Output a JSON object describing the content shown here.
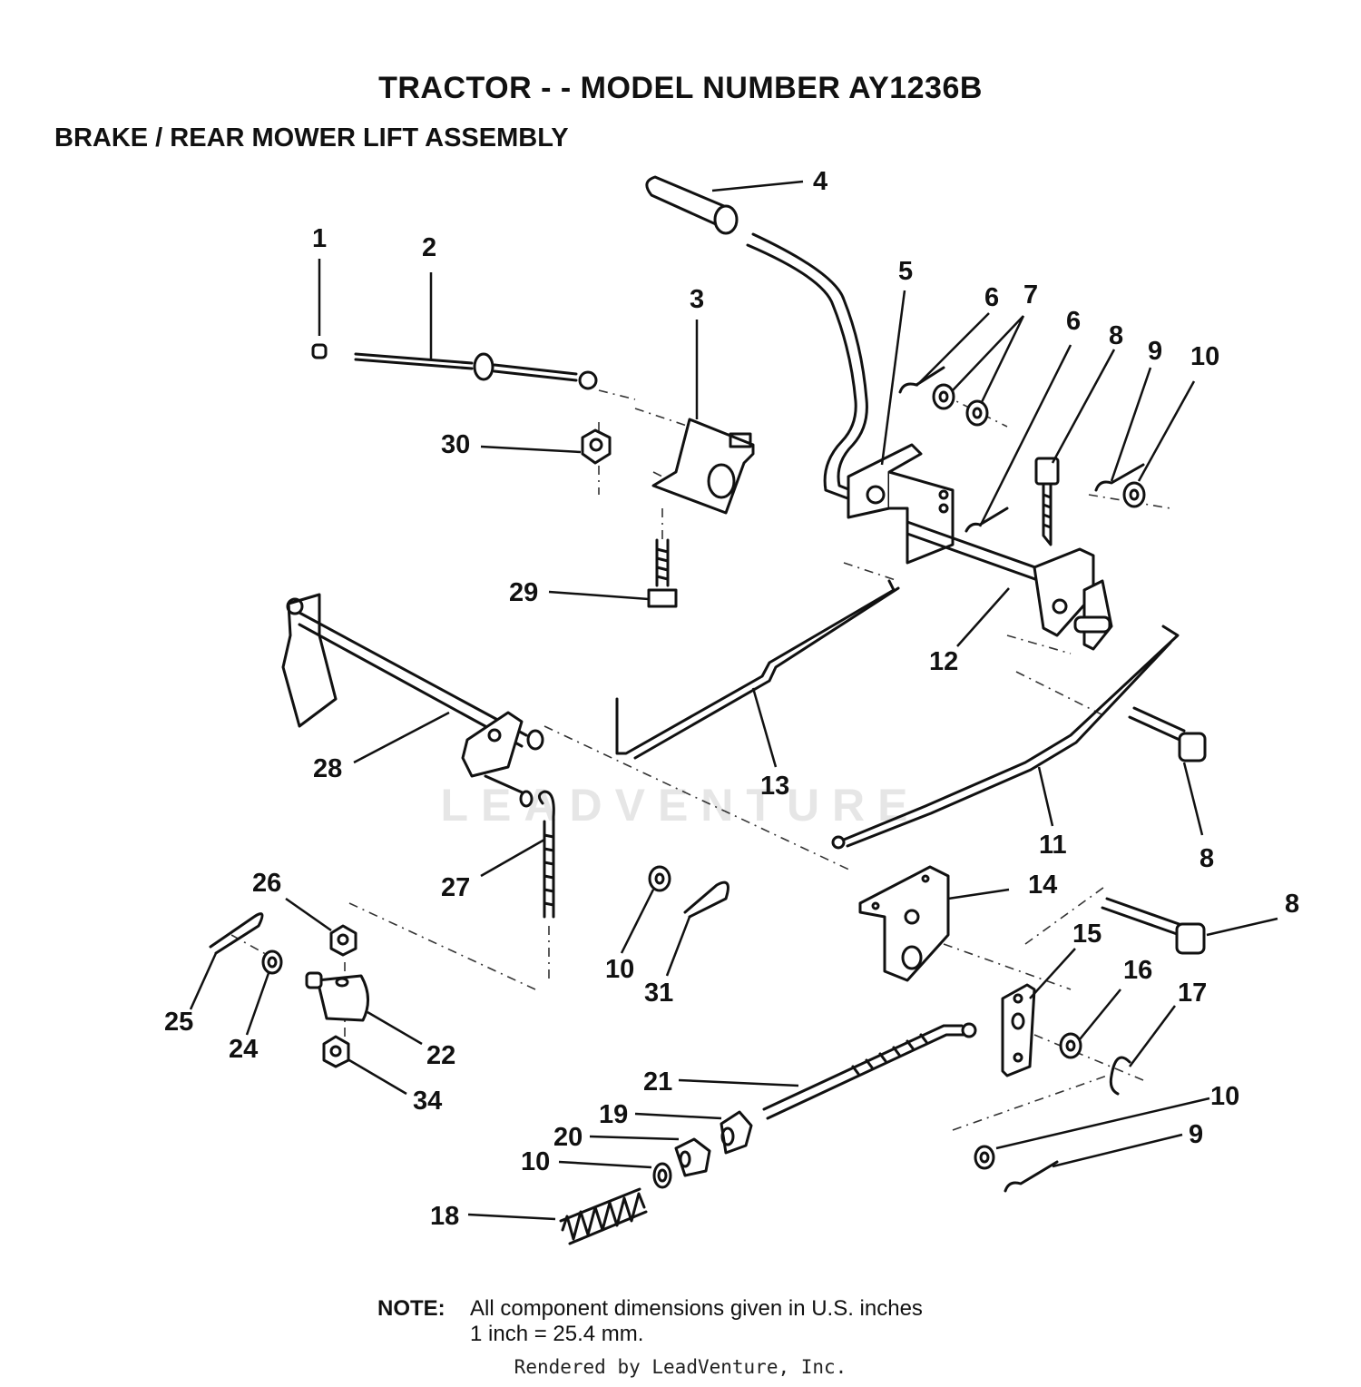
{
  "header": {
    "title": "TRACTOR - - MODEL NUMBER  AY1236B",
    "subtitle": "BRAKE / REAR MOWER LIFT ASSEMBLY"
  },
  "callouts": [
    {
      "id": "c1",
      "label": "1"
    },
    {
      "id": "c2",
      "label": "2"
    },
    {
      "id": "c3",
      "label": "3"
    },
    {
      "id": "c4",
      "label": "4"
    },
    {
      "id": "c5",
      "label": "5"
    },
    {
      "id": "c6a",
      "label": "6"
    },
    {
      "id": "c7",
      "label": "7"
    },
    {
      "id": "c6b",
      "label": "6"
    },
    {
      "id": "c8a",
      "label": "8"
    },
    {
      "id": "c9a",
      "label": "9"
    },
    {
      "id": "c10a",
      "label": "10"
    },
    {
      "id": "c30",
      "label": "30"
    },
    {
      "id": "c29",
      "label": "29"
    },
    {
      "id": "c12",
      "label": "12"
    },
    {
      "id": "c28",
      "label": "28"
    },
    {
      "id": "c13",
      "label": "13"
    },
    {
      "id": "c11",
      "label": "11"
    },
    {
      "id": "c8b",
      "label": "8"
    },
    {
      "id": "c27",
      "label": "27"
    },
    {
      "id": "c26",
      "label": "26"
    },
    {
      "id": "c14",
      "label": "14"
    },
    {
      "id": "c8c",
      "label": "8"
    },
    {
      "id": "c15",
      "label": "15"
    },
    {
      "id": "c16",
      "label": "16"
    },
    {
      "id": "c17",
      "label": "17"
    },
    {
      "id": "c10b",
      "label": "10"
    },
    {
      "id": "c31",
      "label": "31"
    },
    {
      "id": "c25",
      "label": "25"
    },
    {
      "id": "c24",
      "label": "24"
    },
    {
      "id": "c22",
      "label": "22"
    },
    {
      "id": "c34",
      "label": "34"
    },
    {
      "id": "c21",
      "label": "21"
    },
    {
      "id": "c19",
      "label": "19"
    },
    {
      "id": "c20",
      "label": "20"
    },
    {
      "id": "c10c",
      "label": "10"
    },
    {
      "id": "c18",
      "label": "18"
    },
    {
      "id": "c10d",
      "label": "10"
    },
    {
      "id": "c9b",
      "label": "9"
    }
  ],
  "note": {
    "label": "NOTE:",
    "line1": "All component dimensions given in U.S. inches",
    "line2": "1 inch = 25.4 mm."
  },
  "footer": {
    "rendered_by": "Rendered by LeadVenture, Inc."
  },
  "watermark": {
    "text": "LEADVENTURE"
  }
}
